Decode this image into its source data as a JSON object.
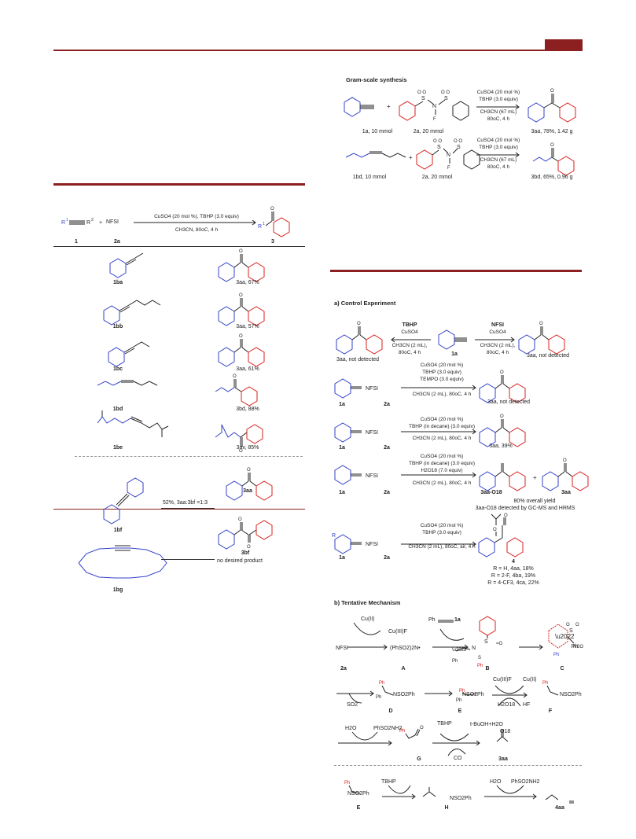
{
  "header": {
    "accent_color": "#8c1f1f"
  },
  "gram_scale": {
    "title": "Gram-scale synthesis",
    "conditions": [
      "CuSO4 (20 mol %)",
      "TBHP (3.0 equiv)",
      "CH3CN (67 mL)",
      "80oC, 4 h"
    ],
    "row1": {
      "sm_label": "1a, 10 mmol",
      "reagent_label": "2a, 20 mmol",
      "product_label": "3aa, 78%, 1.42 g"
    },
    "row2": {
      "sm_label": "1bd, 10 mmol",
      "reagent_label": "2a, 20 mmol",
      "product_label": "3bd, 65%, 0.96 g"
    }
  },
  "scope": {
    "reagent": "NFSI",
    "conditions_top": "CuSO4 (20 mol %), TBHP (3.0 equiv)",
    "conditions_bottom": "CH3CN, 80oC, 4 h",
    "numbers": [
      "1",
      "2a",
      "3"
    ],
    "rows": [
      {
        "substrate": "1ba",
        "product": "3aa, 67%"
      },
      {
        "substrate": "1bb",
        "product": "3aa, 57%"
      },
      {
        "substrate": "1bc",
        "product": "3aa, 61%"
      },
      {
        "substrate": "1bd",
        "product": "3bd, 88%"
      },
      {
        "substrate": "1be",
        "product": "3av, 85%"
      }
    ],
    "bf": {
      "substrate": "1bf",
      "ratio": "52%, 3aa:3bf =1:3",
      "top": "3aa",
      "bottom": "3bf"
    },
    "bg": {
      "substrate": "1bg",
      "result": "no desired product"
    }
  },
  "control": {
    "title": "a) Control Experiment",
    "exp1": {
      "left_reagent": "TBHP",
      "left_cat": "CuSO4",
      "left_cond": [
        "CH3CN (2 mL),",
        "80oC, 4 h"
      ],
      "right_reagent": "NFSI",
      "right_cat": "CuSO4",
      "right_cond": [
        "CH3CN (2 mL),",
        "80oC, 4 h"
      ],
      "center": "1a",
      "left_result": "3aa, not detected",
      "right_result": "3aa, not detected"
    },
    "exp2": {
      "conds": [
        "CuSO4 (20 mol %)",
        "TBHP  (3.0 equiv)",
        "TEMPO (3.0 equiv)"
      ],
      "solvent": "CH3CN (2 mL), 80oC, 4 h",
      "result": "3aa, not detected"
    },
    "exp3": {
      "conds": [
        "CuSO4 (20 mol %)",
        "TBHP (in decane) (3.0 equiv)"
      ],
      "solvent": "CH3CN (2 mL), 80oC, 4 h",
      "result": "3aa, 39%"
    },
    "exp4": {
      "conds": [
        "CuSO4 (20 mol %)",
        "TBHP (in decane) (3.0 equiv)",
        "H2O18 (7.0 equiv)"
      ],
      "solvent": "CH3CN (2 mL), 80oC, 4 h",
      "p1": "3aa-O18",
      "p2": "3aa",
      "yield": "80% overall  yield",
      "note": "3aa-O18 detected by GC-MS and HRMS"
    },
    "exp5": {
      "conds": [
        "CuSO4 (20 mol %)",
        "TBHP (3.0 equiv)"
      ],
      "solvent": "CH3CN (2 mL), 80oC, air, 4 h",
      "p": "4",
      "r": [
        "R = H, 4aa, 18%",
        "R = 2-F, 4ba, 19%",
        "R = 4-CF3, 4ca, 22%"
      ]
    },
    "nfsi": "NFSI",
    "sm": "1a",
    "reag": "2a"
  },
  "mechanism": {
    "title": "b) Tentative Mechanism",
    "row1": {
      "nfsi": "NFSI",
      "cu2": "Cu(II)",
      "cu3f": "Cu(III)F",
      "radical": "(PhSO2)2N•",
      "ph": "Ph",
      "sm": "1a",
      "labels": [
        "2a",
        "A",
        "B",
        "C"
      ],
      "ph2": "Ph"
    },
    "row2": {
      "so2": "SO2",
      "nso2ph": "NSO2Ph",
      "cu3f": "Cu(III)F",
      "cu2": "Cu(II)",
      "h2o": "H2O18",
      "hf": "HF",
      "labels": [
        "D",
        "E",
        "F"
      ]
    },
    "row3": {
      "h2o": "H2O",
      "phso2nh2": "PhSO2NH2",
      "tbhp": "TBHP",
      "tbuoh": "t-BuOH+H2O",
      "co": "CO",
      "labels": [
        "G",
        "3aa"
      ],
      "o18": "O18"
    },
    "row4": {
      "tbhp": "TBHP",
      "h2o": "H2O",
      "phso2nh2": "PhSO2NH2",
      "labels": [
        "E",
        "H",
        "4aa"
      ]
    }
  }
}
